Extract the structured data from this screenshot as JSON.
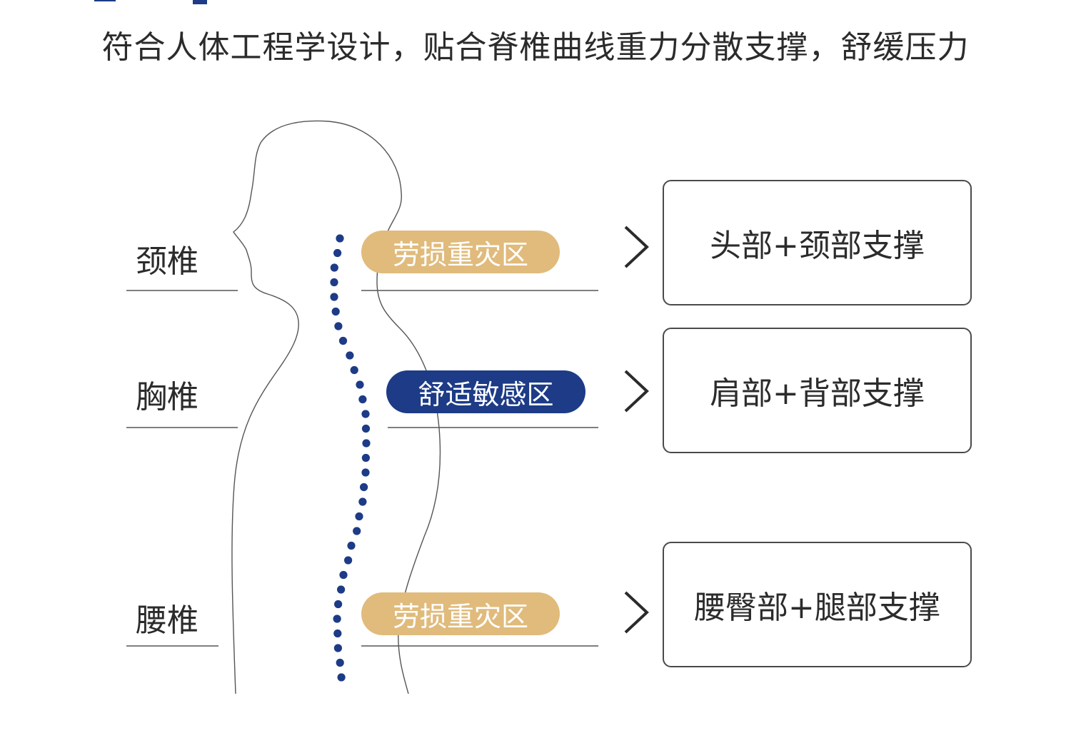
{
  "subtitle": "符合人体工程学设计，贴合脊椎曲线重力分散支撑，舒缓压力",
  "colors": {
    "gold": "#e0bb7c",
    "navy": "#1d3b86",
    "dots": "#1d3b86",
    "line": "#555555"
  },
  "rows": [
    {
      "label": "颈椎",
      "tag": "劳损重灾区",
      "tag_color": "gold",
      "support": "头部+颈部支撑"
    },
    {
      "label": "胸椎",
      "tag": "舒适敏感区",
      "tag_color": "navy",
      "support": "肩部+背部支撑"
    },
    {
      "label": "腰椎",
      "tag": "劳损重灾区",
      "tag_color": "gold",
      "support": "腰臀部+腿部支撑"
    }
  ],
  "icons": {
    "arrow": "chevron-right-icon",
    "figure": "human-silhouette-icon"
  }
}
